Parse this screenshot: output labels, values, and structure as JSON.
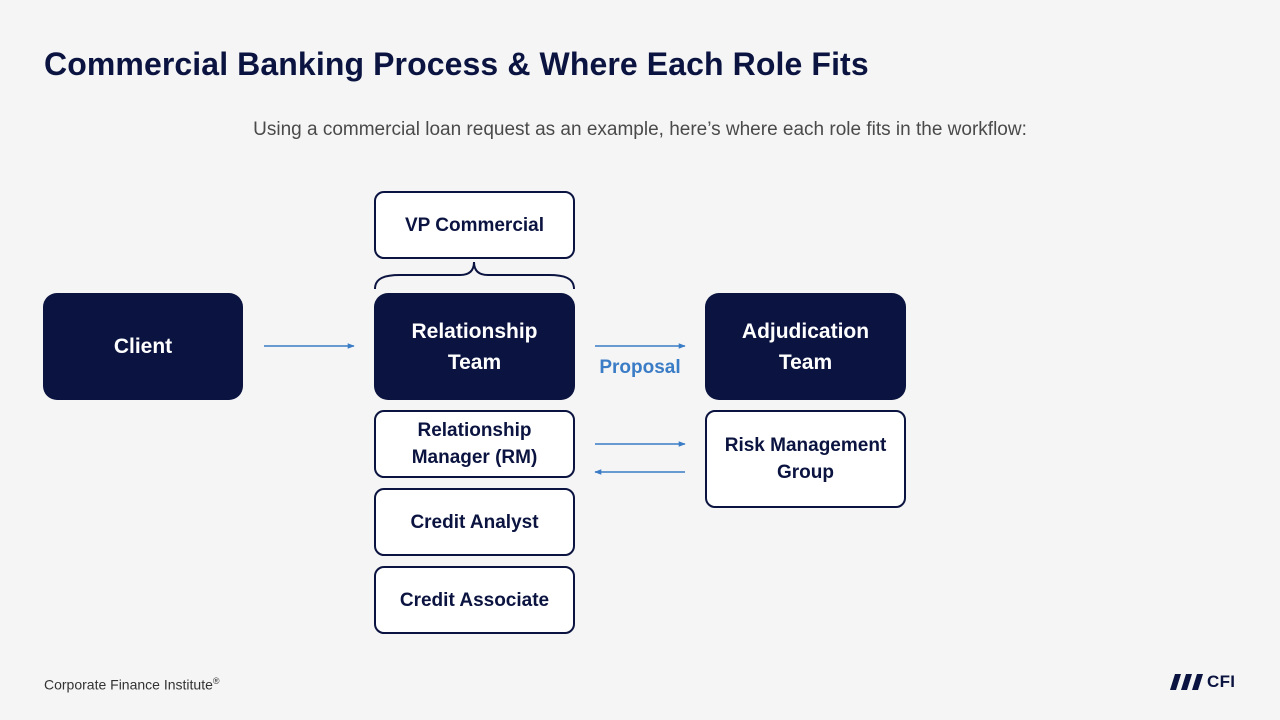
{
  "header": {
    "title": "Commercial Banking Process & Where Each Role Fits",
    "subtitle": "Using a commercial loan request as an example, here’s where each role fits in the workflow:"
  },
  "diagram": {
    "client": "Client",
    "vp_commercial": "VP Commercial",
    "relationship_team": [
      "Relationship",
      "Team"
    ],
    "adjudication_team": [
      "Adjudication",
      "Team"
    ],
    "relationship_manager": [
      "Relationship",
      "Manager (RM)"
    ],
    "credit_analyst": "Credit Analyst",
    "credit_associate": "Credit Associate",
    "risk_management": [
      "Risk Management",
      "Group"
    ],
    "proposal_label": "Proposal"
  },
  "footer": {
    "brand": "Corporate Finance Institute",
    "registered": "®",
    "logo_text": "CFI"
  },
  "colors": {
    "navy": "#0b1440",
    "arrow_blue": "#3a7cc6",
    "background": "#f5f5f5"
  }
}
